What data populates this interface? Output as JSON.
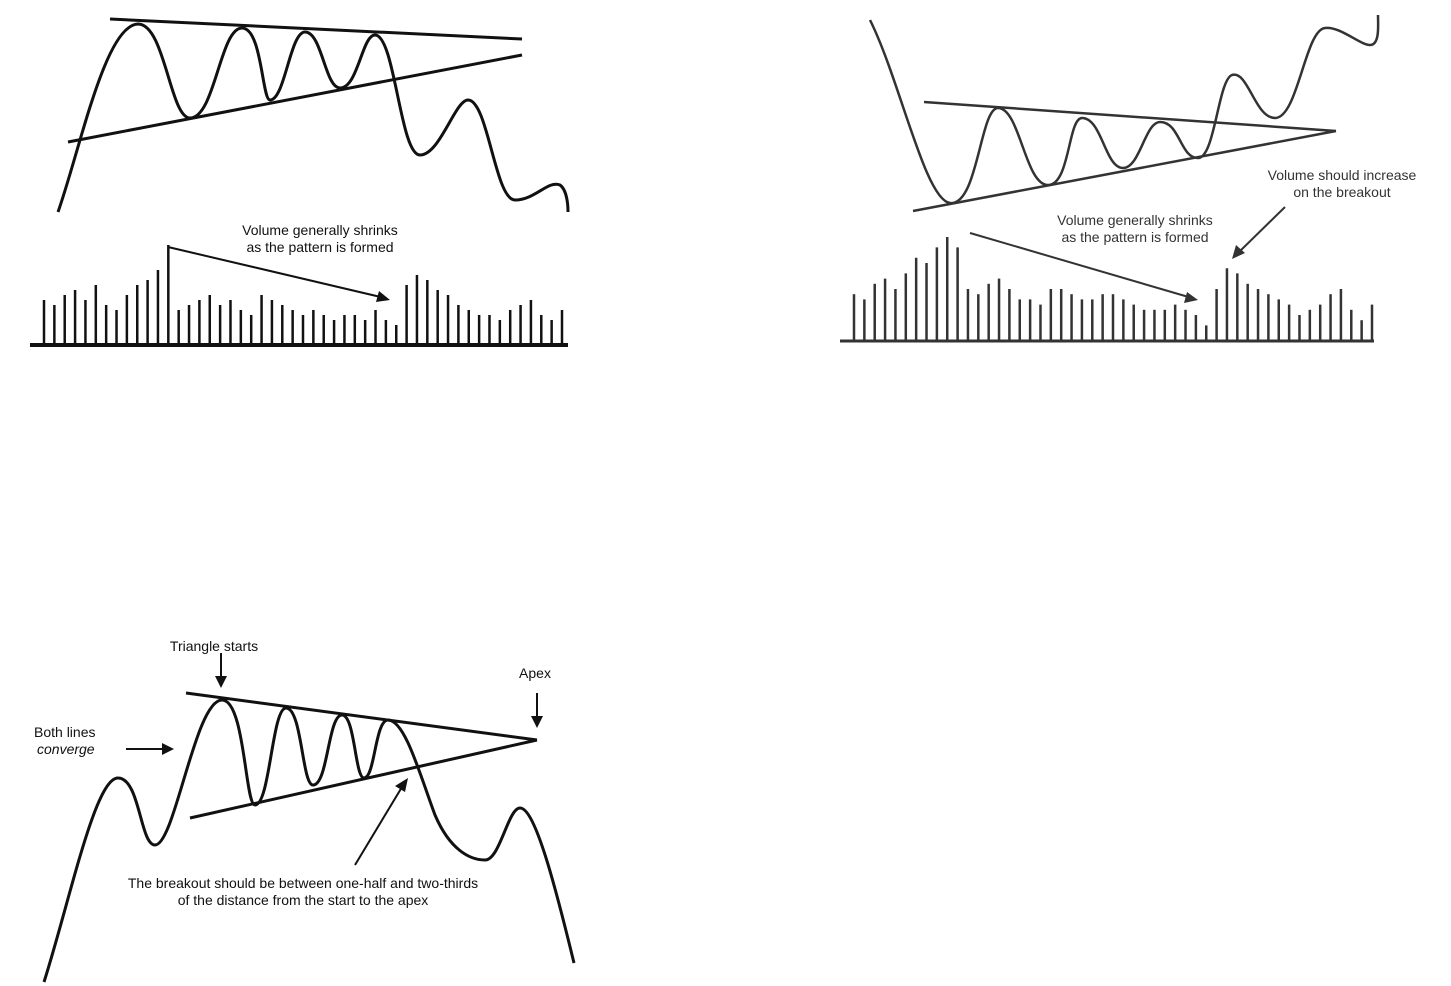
{
  "ink_color": "#111111",
  "ink_gray": "#333333",
  "background": "#ffffff",
  "panels": {
    "left_top": {
      "volume_note_line1": "Volume generally shrinks",
      "volume_note_line2": "as the pattern is formed",
      "volume_bars": [
        9,
        8,
        10,
        11,
        9,
        12,
        8,
        7,
        10,
        12,
        13,
        15,
        20,
        7,
        8,
        9,
        10,
        8,
        9,
        7,
        6,
        10,
        9,
        8,
        7,
        6,
        7,
        6,
        5,
        6,
        6,
        5,
        7,
        5,
        4,
        12,
        14,
        13,
        11,
        10,
        8,
        7,
        6,
        6,
        5,
        7,
        8,
        9,
        6,
        5,
        7
      ]
    },
    "right_top": {
      "volume_note_line1": "Volume generally shrinks",
      "volume_note_line2": "as the pattern is formed",
      "breakout_note_line1": "Volume should increase",
      "breakout_note_line2": "on the breakout",
      "volume_bars": [
        9,
        8,
        11,
        12,
        10,
        13,
        16,
        15,
        18,
        20,
        18,
        10,
        9,
        11,
        12,
        10,
        8,
        8,
        7,
        10,
        10,
        9,
        8,
        8,
        9,
        9,
        8,
        7,
        6,
        6,
        6,
        7,
        6,
        5,
        3,
        10,
        14,
        13,
        11,
        10,
        9,
        8,
        7,
        5,
        6,
        7,
        9,
        10,
        6,
        4,
        7
      ]
    },
    "bottom": {
      "triangle_starts": "Triangle starts",
      "apex": "Apex",
      "both_lines": "Both lines",
      "converge": "converge",
      "breakout_line1": "The breakout should be between one-half and two-thirds",
      "breakout_line2": "of the distance from the start to the apex"
    }
  }
}
